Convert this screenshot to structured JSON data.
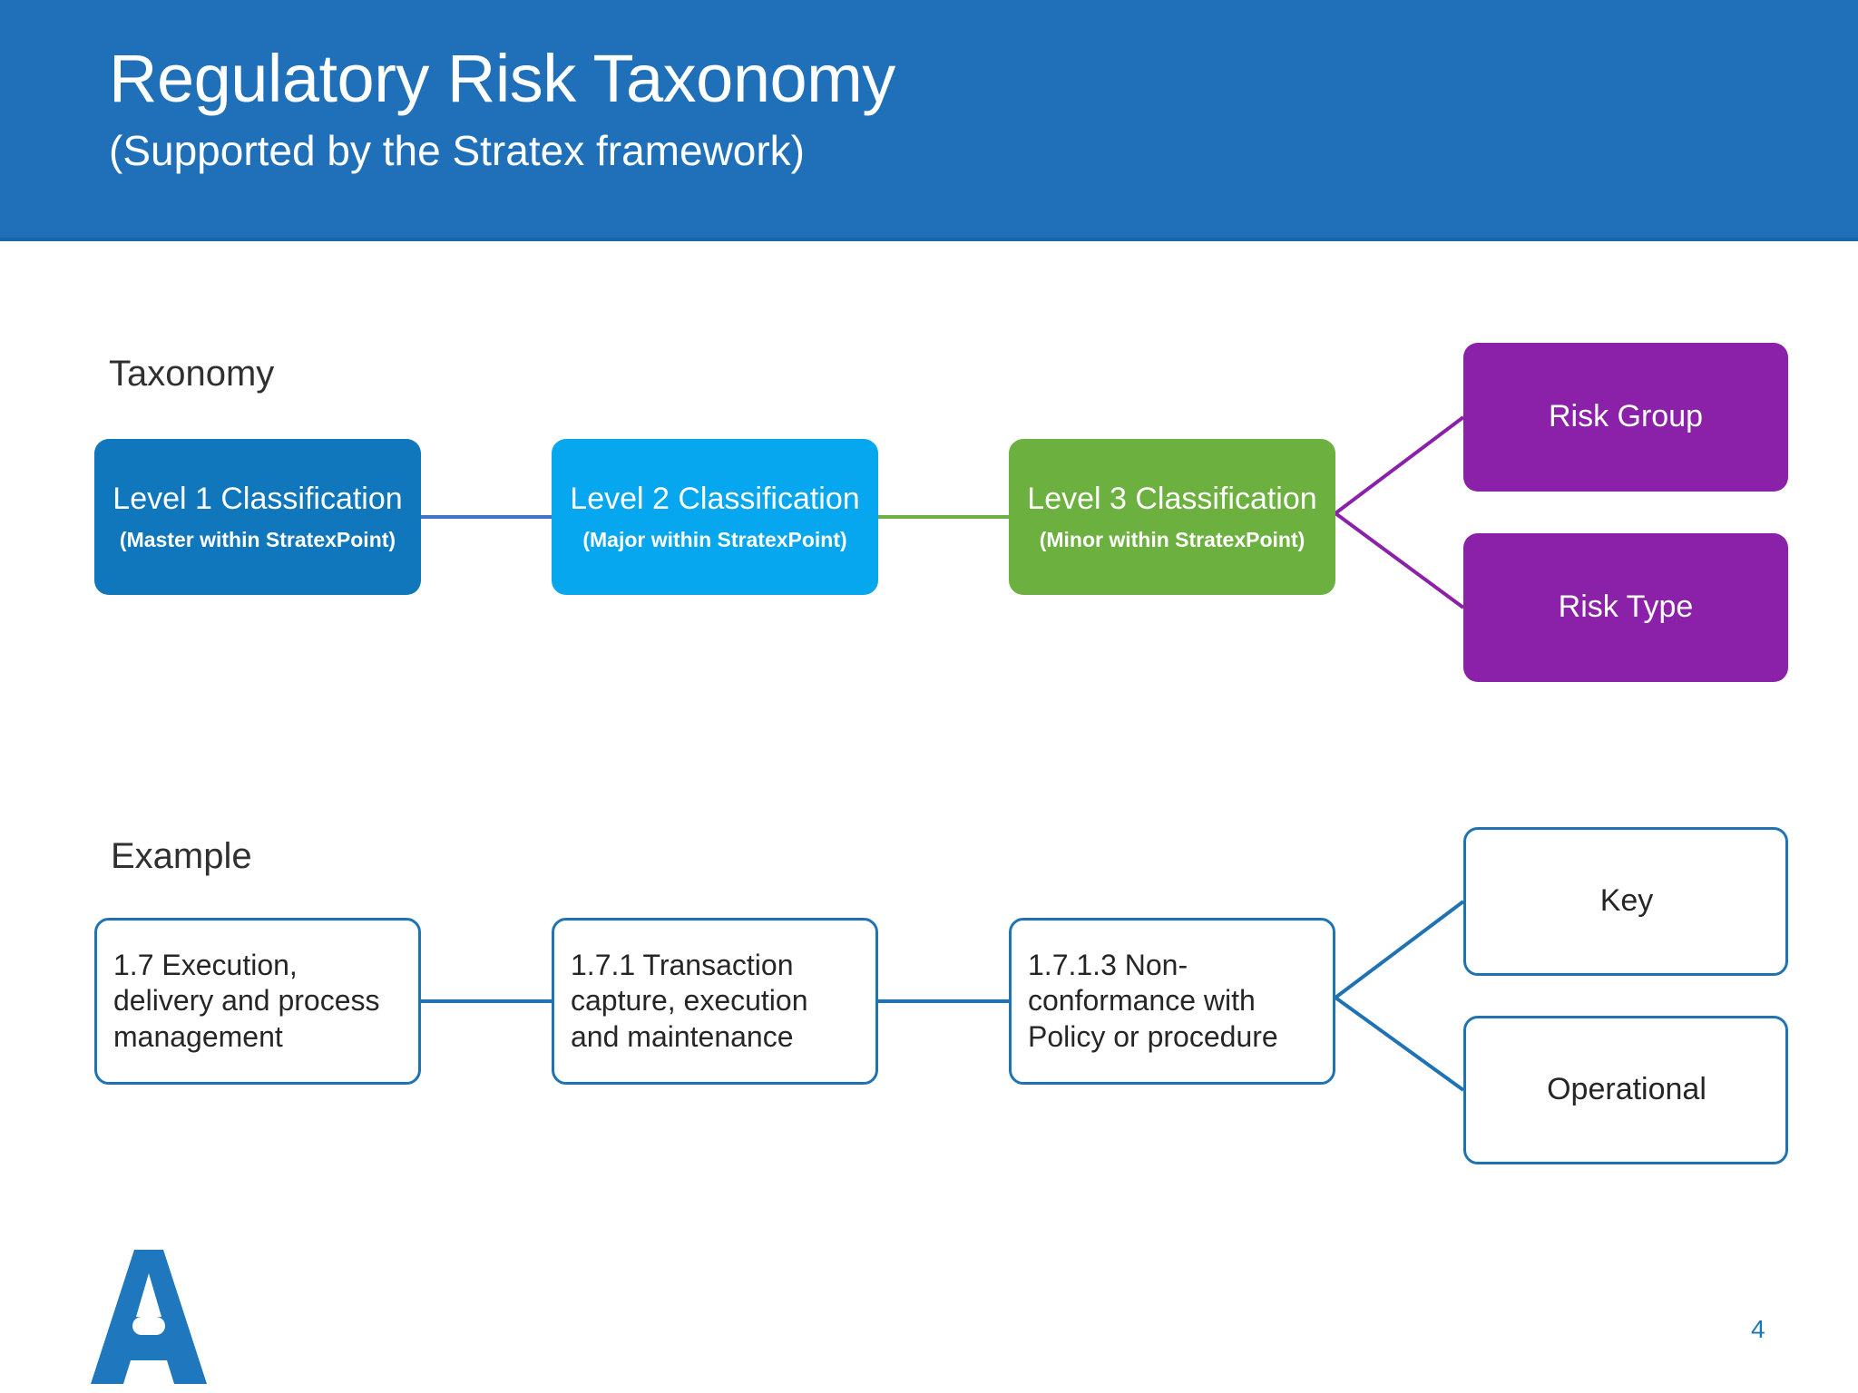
{
  "header": {
    "title": "Regulatory Risk Taxonomy",
    "subtitle": "(Supported by the Stratex framework)",
    "background_color": "#1F70B8",
    "text_color": "#FFFFFF"
  },
  "sections": {
    "taxonomy_label": "Taxonomy",
    "example_label": "Example"
  },
  "taxonomy_row": {
    "level1": {
      "title": "Level 1 Classification",
      "sub": "(Master within StratexPoint)",
      "color": "#1077BC"
    },
    "level2": {
      "title": "Level 2 Classification",
      "sub": "(Major within StratexPoint)",
      "color": "#07A7F0"
    },
    "level3": {
      "title": "Level 3 Classification",
      "sub": "(Minor within StratexPoint)",
      "color": "#6CB13F"
    },
    "risk_group": {
      "title": "Risk Group",
      "color": "#8B21A8"
    },
    "risk_type": {
      "title": "Risk Type",
      "color": "#8B21A8"
    }
  },
  "example_row": {
    "item1": "1.7 Execution, delivery and process management",
    "item2": "1.7.1 Transaction capture, execution and maintenance",
    "item3": "1.7.1.3 Non-conformance with Policy or procedure",
    "key": "Key",
    "operational": "Operational",
    "border_color": "#1F73B5"
  },
  "connectors": {
    "level1_to_level2_color": "#4472C4",
    "level2_to_level3_color": "#6CB13F",
    "level3_fan_color": "#8B21A8",
    "example_line_color": "#1F73B5"
  },
  "footer": {
    "page_number": "4",
    "page_number_color": "#1878B8",
    "logo_color": "#1F77BE"
  }
}
